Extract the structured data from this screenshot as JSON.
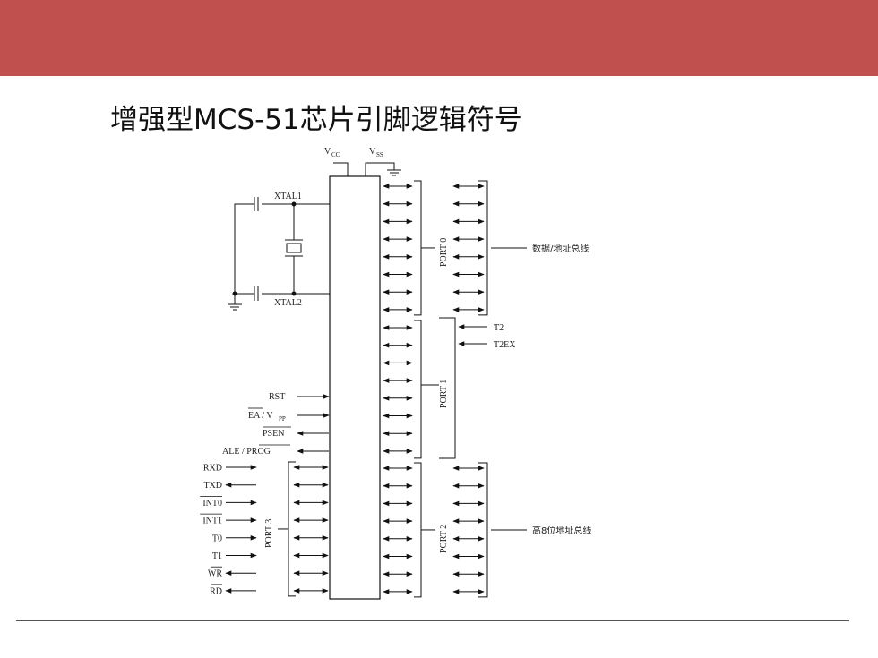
{
  "slide": {
    "title": "增强型MCS-51芯片引脚逻辑符号",
    "banner_color": "#c0504d"
  },
  "diagram": {
    "power_pins": {
      "vcc": "V",
      "vcc_sub": "CC",
      "vss": "V",
      "vss_sub": "SS"
    },
    "left_pins": [
      {
        "label": "XTAL1",
        "overline": ""
      },
      {
        "label": "XTAL2",
        "overline": ""
      },
      {
        "label": "RST",
        "overline": ""
      },
      {
        "label": "EA / V",
        "overline": "EA",
        "sub": "PP"
      },
      {
        "label": "PSEN",
        "overline": "PSEN"
      },
      {
        "label": "ALE / PROG",
        "overline": "PROG"
      }
    ],
    "port3_pins": [
      "RXD",
      "TXD",
      "INT0",
      "INT1",
      "T0",
      "T1",
      "WR",
      "RD"
    ],
    "port_labels": {
      "port0": "PORT 0",
      "port1": "PORT 1",
      "port2": "PORT 2",
      "port3": "PORT 3"
    },
    "port0_bus": "数据/地址总线",
    "port1_extra": [
      "T2",
      "T2EX"
    ],
    "port2_bus": "高8位地址总线"
  }
}
